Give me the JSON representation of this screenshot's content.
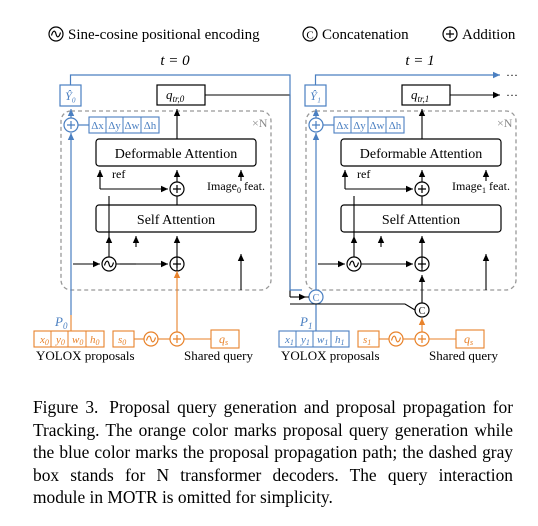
{
  "legend": {
    "positional_encoding": "Sine-cosine positional encoding",
    "concatenation": "Concatenation",
    "addition": "Addition",
    "concat_symbol": "C"
  },
  "panels": [
    {
      "time_label": "t = 0",
      "y_hat": "Ŷ₀",
      "q_tr": "q",
      "q_tr_sub": "tr,0",
      "deltas": [
        "Δx",
        "Δy",
        "Δw",
        "Δh"
      ],
      "times_n": "×N",
      "deformable_attention": "Deformable Attention",
      "ref": "ref",
      "image_feat": "Image",
      "image_feat_sub": "0",
      "image_feat_suffix": " feat.",
      "self_attention": "Self Attention",
      "p_label": "P",
      "p_sub": "0",
      "proposal_cells": [
        "x",
        "y",
        "w",
        "h"
      ],
      "proposal_sub": "0",
      "s_label": "s",
      "s_sub": "0",
      "qs_label": "q",
      "qs_sub": "s",
      "yolox_label": "YOLOX proposals",
      "shared_query_label": "Shared query"
    },
    {
      "time_label": "t = 1",
      "y_hat": "Ŷ₁",
      "q_tr": "q",
      "q_tr_sub": "tr,1",
      "deltas": [
        "Δx",
        "Δy",
        "Δw",
        "Δh"
      ],
      "times_n": "×N",
      "deformable_attention": "Deformable Attention",
      "ref": "ref",
      "image_feat": "Image",
      "image_feat_sub": "1",
      "image_feat_suffix": " feat.",
      "self_attention": "Self Attention",
      "p_label": "P",
      "p_sub": "1",
      "proposal_cells": [
        "x",
        "y",
        "w",
        "h"
      ],
      "proposal_sub": "1",
      "s_label": "s",
      "s_sub": "1",
      "qs_label": "q",
      "qs_sub": "s",
      "yolox_label": "YOLOX proposals",
      "shared_query_label": "Shared query"
    }
  ],
  "ellipsis": "···",
  "colors": {
    "orange": "#e8822a",
    "blue": "#4a7fc1",
    "gray_dashed": "#999999",
    "black": "#000000"
  },
  "caption": {
    "label": "Figure 3.",
    "text": "Proposal query generation and proposal propagation for Tracking. The orange color marks proposal query generation while the blue color marks the proposal propagation path; the dashed gray box stands for N transformer decoders. The query interaction module in MOTR is omitted for simplicity."
  }
}
